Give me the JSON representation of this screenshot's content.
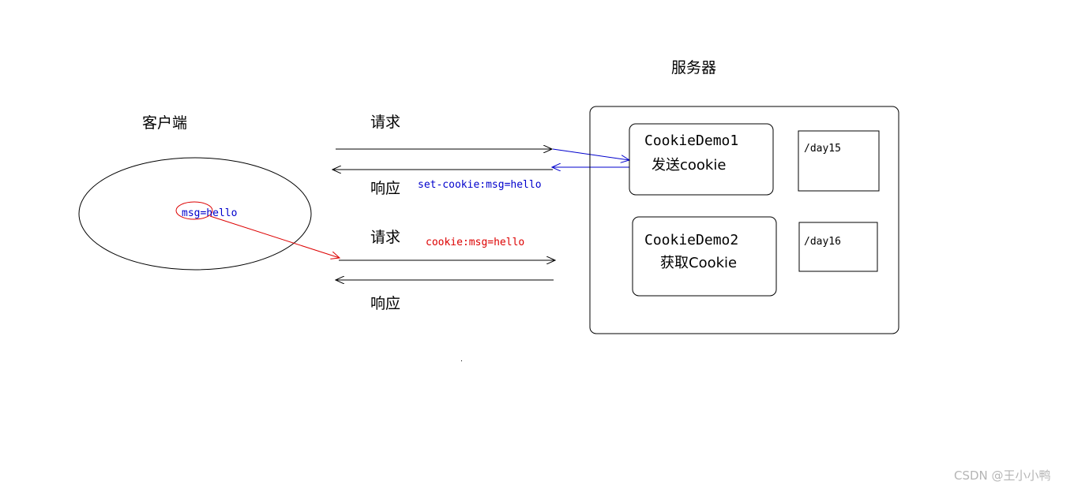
{
  "client": {
    "label": "客户端",
    "stored_cookie": "msg=hello"
  },
  "server": {
    "label": "服务器",
    "servlets": [
      {
        "name": "CookieDemo1",
        "action": "发送cookie",
        "path": "/day15"
      },
      {
        "name": "CookieDemo2",
        "action": "获取Cookie",
        "path": "/day16"
      }
    ]
  },
  "exchange1": {
    "request_label": "请求",
    "response_label": "响应",
    "response_header": "set-cookie:msg=hello"
  },
  "exchange2": {
    "request_label": "请求",
    "response_label": "响应",
    "request_header": "cookie:msg=hello"
  },
  "colors": {
    "line": "#000000",
    "set_cookie": "#0000cc",
    "cookie": "#dd0000",
    "watermark": "#b5b5b5"
  },
  "watermark": "CSDN @王小小鸭"
}
